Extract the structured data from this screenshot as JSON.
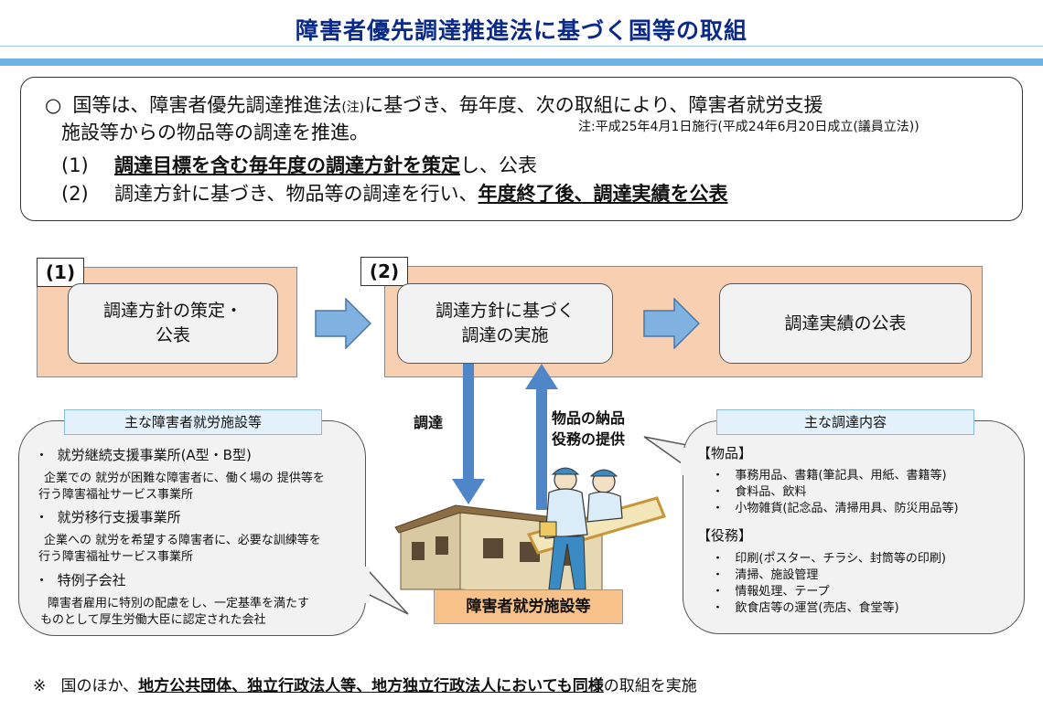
{
  "title": "障害者優先調達推進法に基づく国等の取組",
  "summary": {
    "bullet": "○",
    "line1": "国等は、障害者優先調達推進法",
    "line1_note_marker": "(注)",
    "line1_rest": "に基づき、毎年度、次の取組により、障害者就労支援",
    "line2": "施設等からの物品等の調達を推進。",
    "note": "注:平成25年4月1日施行(平成24年6月20日成立(議員立法))",
    "item1_num": "(1)",
    "item1_emph": "調達目標を含む毎年度の調達方針を策定",
    "item1_rest": "し、公表",
    "item2_num": "(2)",
    "item2_lead": "調達方針に基づき、物品等の調達を行い、",
    "item2_emph": "年度終了後、調達実績を公表"
  },
  "flow": {
    "tag1": "(1)",
    "tag2": "(2)",
    "step1_line1": "調達方針の策定・",
    "step1_line2": "公表",
    "step2_line1": "調達方針に基づく",
    "step2_line2": "調達の実施",
    "step3": "調達実績の公表",
    "down_label": "調達",
    "up_label_1": "物品の納品",
    "up_label_2": "役務の提供",
    "facility_label": "障害者就労施設等"
  },
  "facilities": {
    "heading": "主な障害者就労施設等",
    "items": [
      {
        "bullet": "・",
        "title": "就労継続支援事業所(A型・B型)",
        "desc1": "企業での 就労が困難な障害者に、働く場の 提供等を",
        "desc2": "行う障害福祉サービス事業所"
      },
      {
        "bullet": "・",
        "title": "就労移行支援事業所",
        "desc1": "企業への 就労を希望する障害者に、必要な訓練等を",
        "desc2": "行う障害福祉サービス事業所"
      },
      {
        "bullet": "・",
        "title": "特例子会社",
        "desc1": "障害者雇用に特別の配慮をし、一定基準を満たす",
        "desc2": "ものとして厚生労働大臣に認定された会社"
      }
    ]
  },
  "procurement": {
    "heading": "主な調達内容",
    "goods_heading": "【物品】",
    "goods": [
      "事務用品、書籍(筆記具、用紙、書籍等)",
      "食料品、飲料",
      "小物雑貨(記念品、清掃用具、防災用品等)"
    ],
    "services_heading": "【役務】",
    "services": [
      "印刷(ポスター、チラシ、封筒等の印刷)",
      "清掃、施設管理",
      "情報処理、テープ",
      "飲食店等の運営(売店、食堂等)"
    ],
    "bullet": "・"
  },
  "footer": {
    "mark": "※",
    "lead": "国のほか、",
    "emph": "地方公共団体、独立行政法人等、地方独立行政法人においても同様",
    "rest": "の取組を実施"
  },
  "colors": {
    "title": "#0a2a8a",
    "rule": "#6fb3e6",
    "peach": "#f9cfb1",
    "arrow_fill": "#7fb2e0",
    "vertical_arrow": "#4e86c8",
    "pill": "#e3f1fb",
    "facility_label_bg": "#f7c28a"
  }
}
